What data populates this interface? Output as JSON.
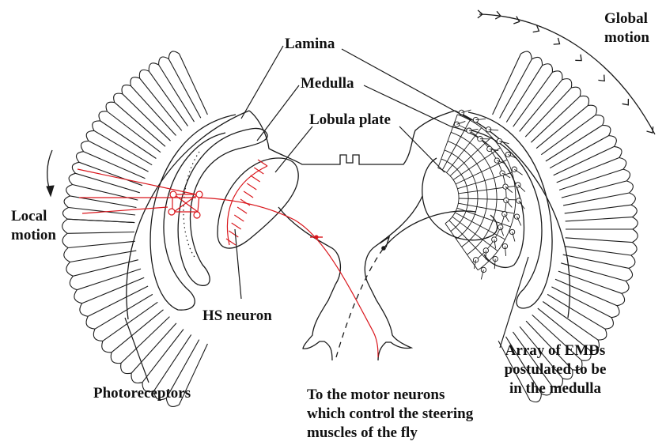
{
  "labels": {
    "lamina": "Lamina",
    "medulla": "Medulla",
    "lobula_plate": "Lobula plate",
    "local_motion": [
      "Local",
      "motion"
    ],
    "global_motion": [
      "Global",
      "motion"
    ],
    "hs_neuron": "HS neuron",
    "photoreceptors": "Photoreceptors",
    "motor_neurons": [
      "To the motor neurons",
      "which control the steering",
      "muscles of the fly"
    ],
    "emd_array": [
      "Array of EMDs",
      "postulated to be",
      "in the medulla"
    ]
  },
  "colors": {
    "outline": "#1a1a1a",
    "neuron": "#d9161c"
  }
}
